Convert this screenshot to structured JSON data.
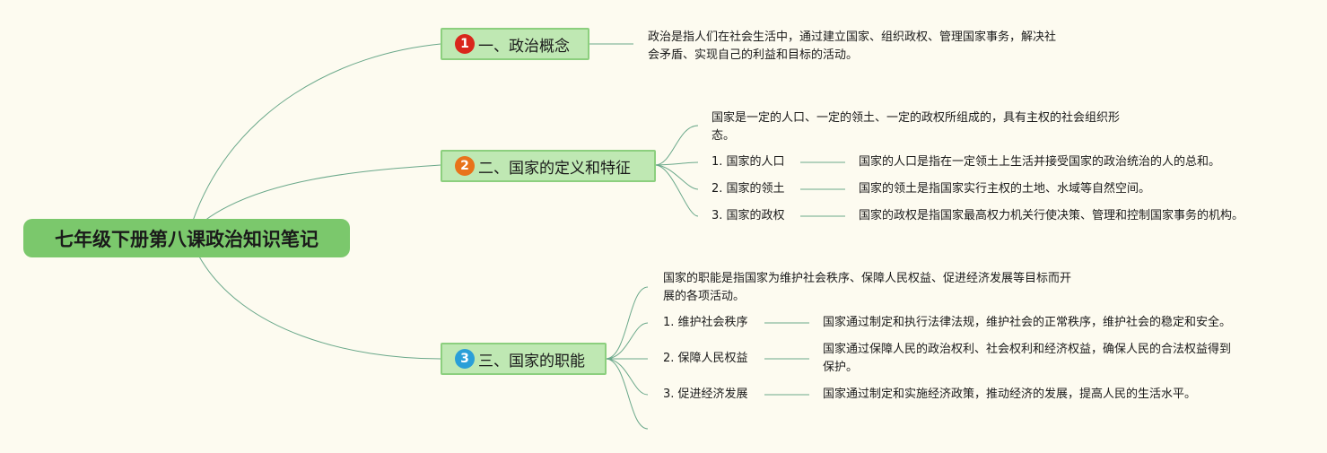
{
  "root": {
    "title": "七年级下册第八课政治知识笔记"
  },
  "branches": [
    {
      "num": "1",
      "color": "#d9261c",
      "label": "一、政治概念"
    },
    {
      "num": "2",
      "color": "#e8731a",
      "label": "二、国家的定义和特征"
    },
    {
      "num": "3",
      "color": "#2a9fd8",
      "label": "三、国家的职能"
    }
  ],
  "concept": {
    "line1": "政治是指人们在社会生活中，通过建立国家、组织政权、管理国家事务，解决社",
    "line2": "会矛盾、实现自己的利益和目标的活动。"
  },
  "state_definition": {
    "intro_line1": "国家是一定的人口、一定的领土、一定的政权所组成的，具有主权的社会组织形",
    "intro_line2": "态。",
    "items": [
      {
        "label": "1. 国家的人口",
        "desc": "国家的人口是指在一定领土上生活并接受国家的政治统治的人的总和。"
      },
      {
        "label": "2. 国家的领土",
        "desc": "国家的领土是指国家实行主权的土地、水域等自然空间。"
      },
      {
        "label": "3. 国家的政权",
        "desc": "国家的政权是指国家最高权力机关行使决策、管理和控制国家事务的机构。"
      }
    ]
  },
  "state_functions": {
    "intro_line1": "国家的职能是指国家为维护社会秩序、保障人民权益、促进经济发展等目标而开",
    "intro_line2": "展的各项活动。",
    "items": [
      {
        "label": "1. 维护社会秩序",
        "desc1": "国家通过制定和执行法律法规，维护社会的正常秩序，维护社会的稳定和安全。",
        "desc2": ""
      },
      {
        "label": "2. 保障人民权益",
        "desc1": "国家通过保障人民的政治权利、社会权利和经济权益，确保人民的合法权益得到",
        "desc2": "保护。"
      },
      {
        "label": "3. 促进经济发展",
        "desc1": "国家通过制定和实施经济政策，推动经济的发展，提高人民的生活水平。",
        "desc2": ""
      }
    ]
  },
  "colors": {
    "link": "#6aa88a",
    "root_fill": "#7bc86c",
    "branch_fill": "#bfe8b3"
  }
}
